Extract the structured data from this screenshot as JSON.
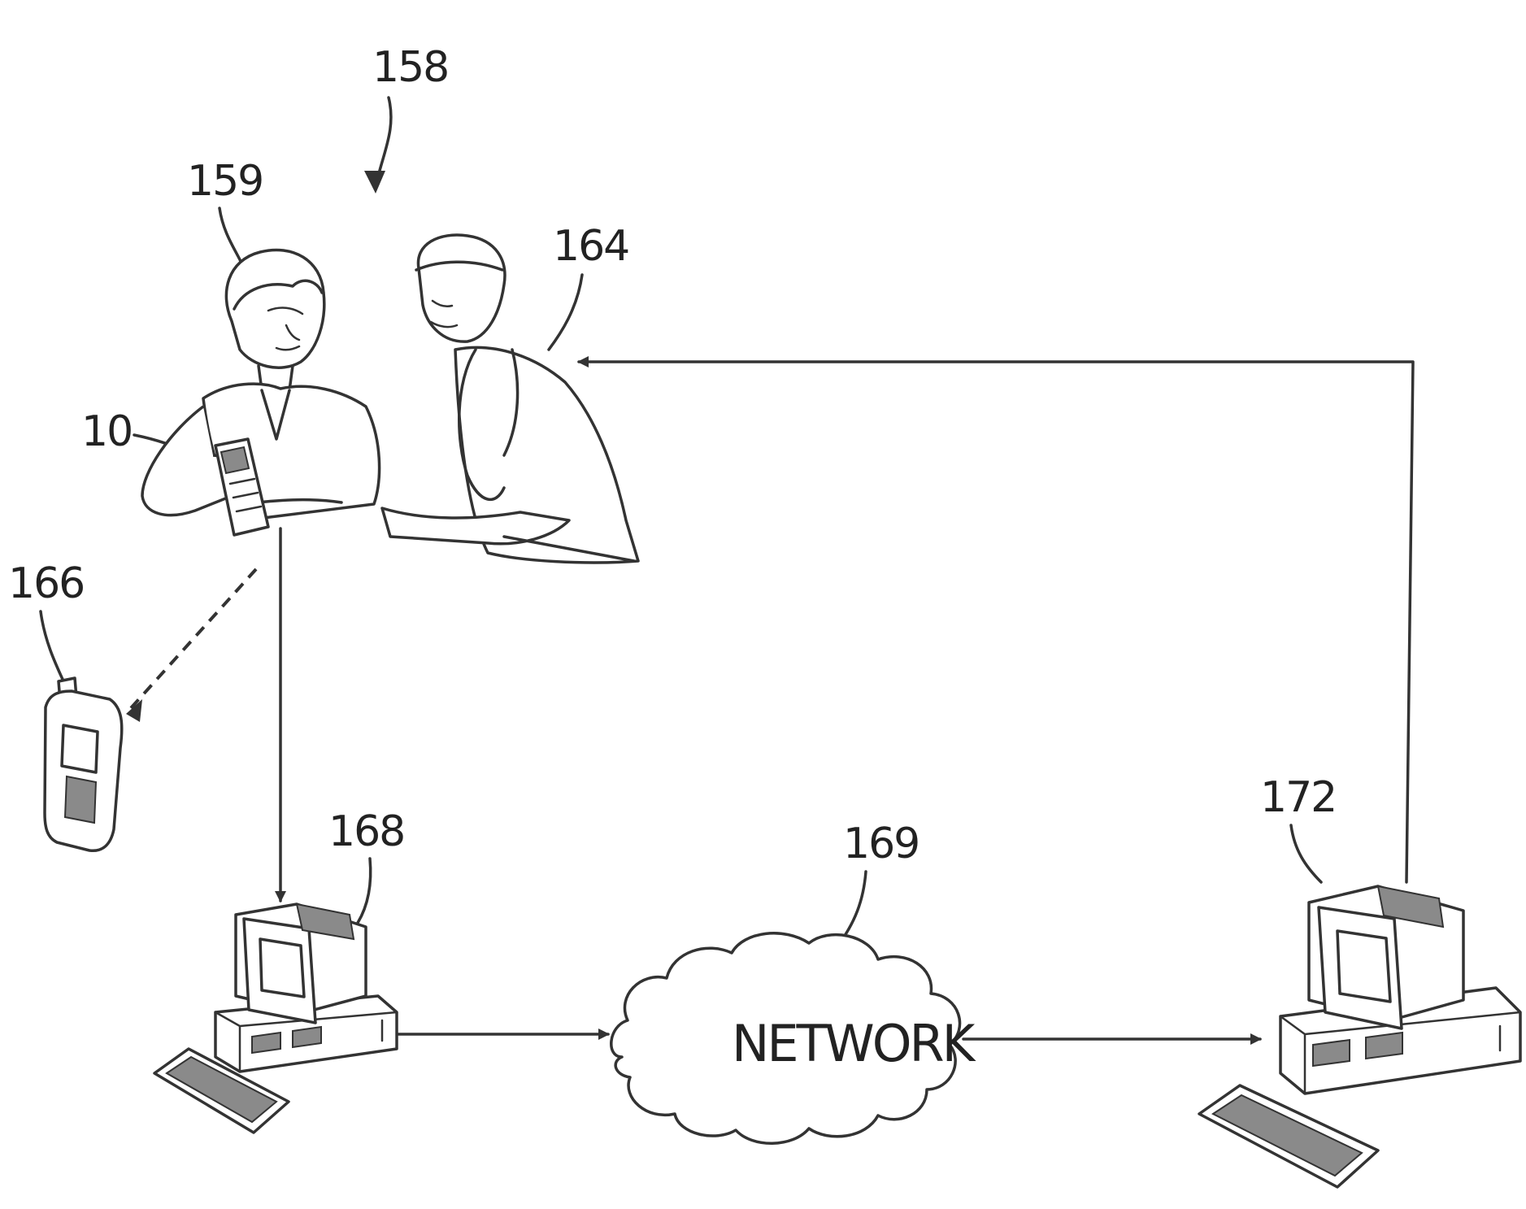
{
  "figure": {
    "labels": {
      "system": "158",
      "patient": "159",
      "device": "10",
      "physician": "164",
      "phone": "166",
      "local_computer": "168",
      "network_ref": "169",
      "remote_computer": "172"
    },
    "network_text": "NETWORK"
  }
}
